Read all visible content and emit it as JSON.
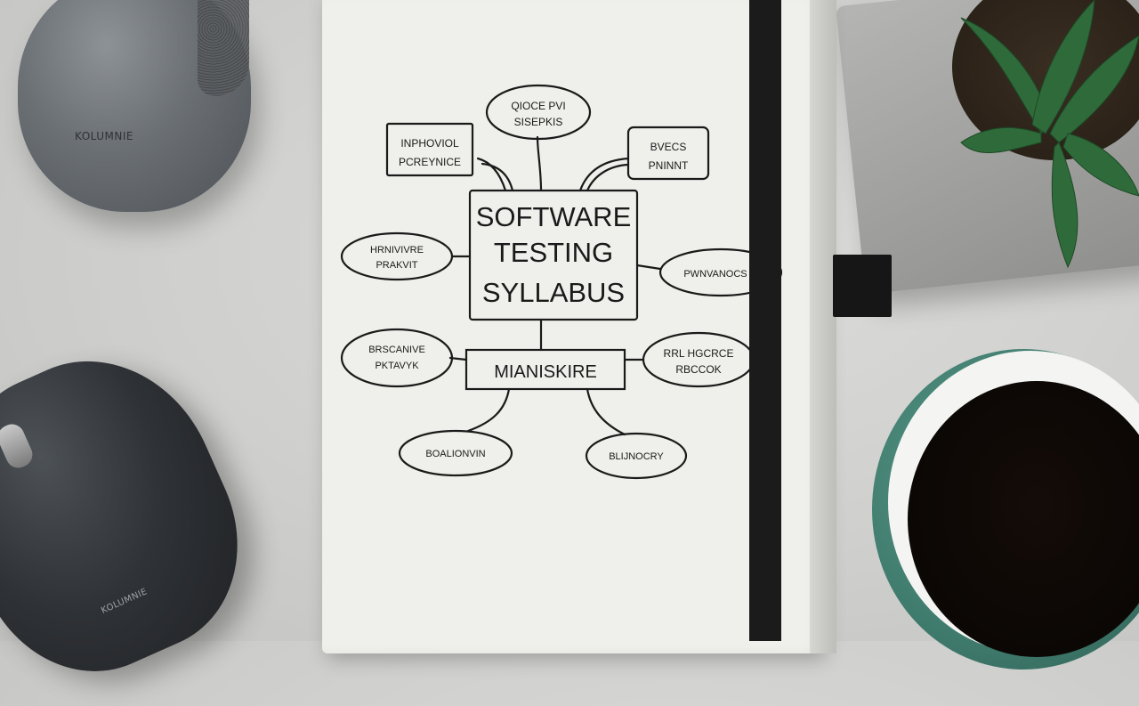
{
  "desk": {
    "speaker_brand": "KOLUMNIE",
    "mouse_brand": "KOLUMNIE"
  },
  "mindmap": {
    "center_title_lines": [
      "SOFTWARE",
      "TESTING",
      "SYLLABUS"
    ],
    "sub_hub_label": "MIANISKIRE",
    "nodes": [
      {
        "lines": [
          "QIOCE PVI",
          "SISEPKIS"
        ]
      },
      {
        "lines": [
          "INPHOVIOL",
          "PCREYNICE"
        ]
      },
      {
        "lines": [
          "BVECS",
          "PNINNT"
        ]
      },
      {
        "lines": [
          "HRNIVIVRE",
          "PRAKVIT"
        ]
      },
      {
        "lines": [
          "PWNVANOCS"
        ]
      },
      {
        "lines": [
          "BRSCANIVE",
          "PKTAVYK"
        ]
      },
      {
        "lines": [
          "RRL HGCRCE",
          "RBCCOK"
        ]
      },
      {
        "lines": [
          "BOALIONVIN"
        ]
      },
      {
        "lines": [
          "BLIJNOCRY"
        ]
      }
    ]
  },
  "colors": {
    "ink": "#1a1a1a",
    "paper": "#efefeb",
    "desk": "#cfcfcd",
    "cup": "#3f7b6d"
  }
}
